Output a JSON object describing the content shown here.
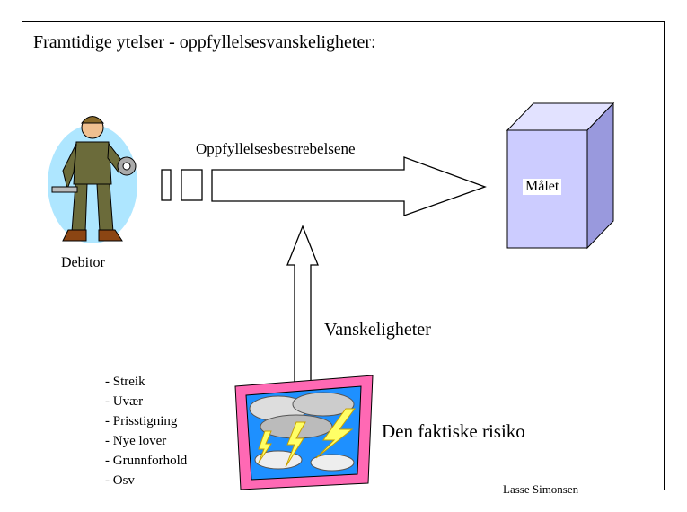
{
  "title": "Framtidige ytelser - oppfyllelsesvanskeligheter:",
  "effort_label": "Oppfyllelsesbestrebelsene",
  "goal_label": "Målet",
  "debtor_label": "Debitor",
  "difficulties_label": "Vanskeligheter",
  "risk_label": "Den faktiske risiko",
  "risk_items": [
    "- Streik",
    "- Uvær",
    "- Prisstigning",
    "- Nye lover",
    "- Grunnforhold",
    "- Osv"
  ],
  "author": "Lasse Simonsen",
  "colors": {
    "box_front": "#ccccff",
    "box_side": "#9999dd",
    "box_top": "#e2e2ff",
    "sky": "#1e90ff",
    "frame_pink": "#ff69b4",
    "lightning": "#ffff66",
    "worker_bg": "#aee6ff"
  },
  "icons": [
    "worker-clipart-icon",
    "storm-clipart-icon"
  ]
}
